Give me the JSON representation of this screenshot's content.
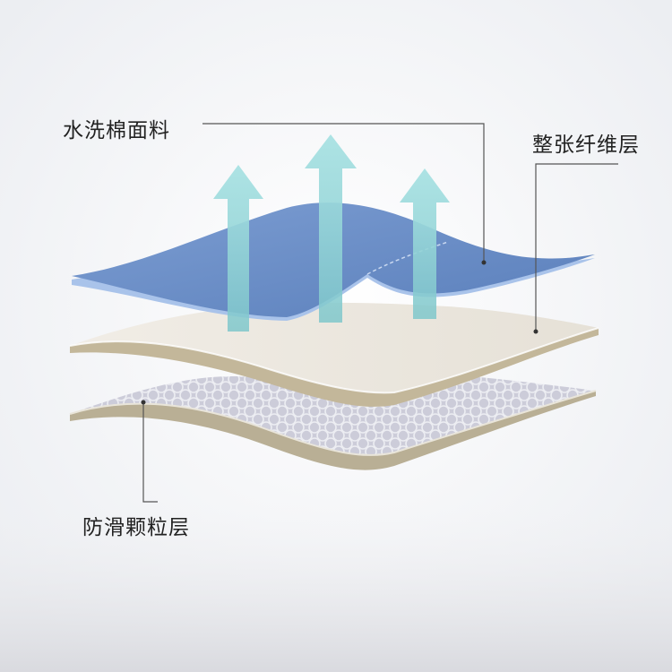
{
  "labels": {
    "cotton": "水洗棉面料",
    "fiber": "整张纤维层",
    "antislip": "防滑颗粒层"
  },
  "colors": {
    "background": "#f7f7f8",
    "cotton_layer": "#6b8fc7",
    "cotton_edge": "#aac3ea",
    "fiber_layer": "#ede9e1",
    "fiber_edge": "#c3b79a",
    "antislip_layer": "#cfd0dc",
    "antislip_edge": "#b8ae93",
    "arrow": "#8fd0d2",
    "leader_line": "#555555"
  },
  "arrows": {
    "count": 3,
    "direction": "up"
  },
  "icons": [
    "arrow-up-icon"
  ]
}
